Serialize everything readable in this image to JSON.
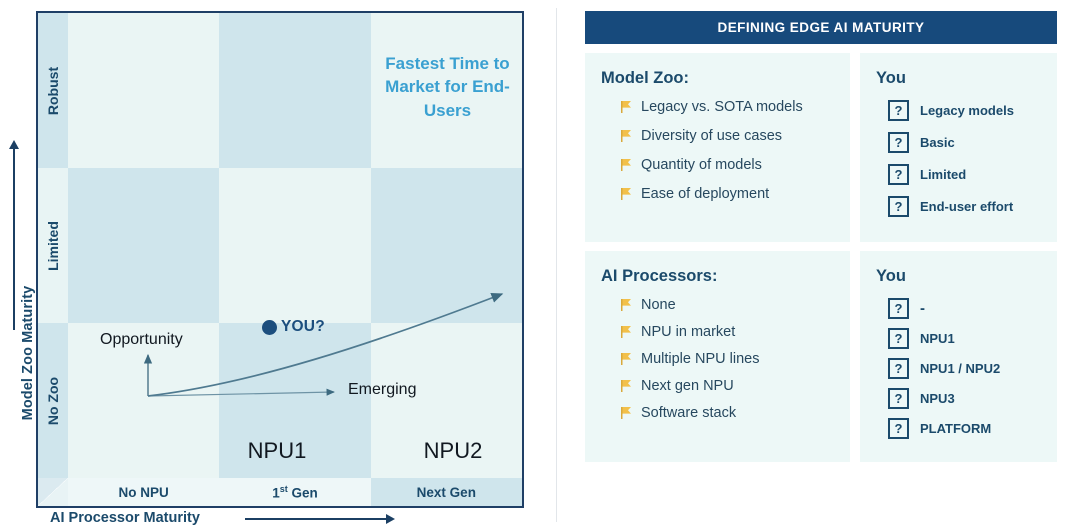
{
  "matrix": {
    "y_axis_title": "Model Zoo Maturity",
    "x_axis_title": "AI Processor Maturity",
    "y_levels": [
      "Robust",
      "Limited",
      "No Zoo"
    ],
    "x_levels": [
      "No NPU",
      "1st Gen",
      "Next Gen"
    ],
    "x_level_1st_gen_main": "1",
    "x_level_1st_gen_sup": "st",
    "x_level_1st_gen_rest": " Gen",
    "callout_fastest": "Fastest Time to Market for End-Users",
    "label_npu1": "NPU1",
    "label_npu2": "NPU2",
    "marker_you": "YOU?",
    "label_opportunity": "Opportunity",
    "label_emerging": "Emerging",
    "colors": {
      "frame_border": "#1f3f66",
      "cell_light": "#eaf5f4",
      "cell_dark": "#cfe5ec",
      "axis_text": "#1b4a6b",
      "callout_blue": "#3aa0d1",
      "marker_navy": "#1c4e7e"
    }
  },
  "info": {
    "header_title": "DEFINING EDGE AI MATURITY",
    "header_bg": "#174a7c",
    "bullet_color": "#f2c04a",
    "sections": [
      {
        "title": "Model Zoo:",
        "items": [
          "Legacy vs. SOTA models",
          "Diversity of use cases",
          "Quantity of models",
          "Ease of deployment"
        ],
        "you_title": "You",
        "you_items": [
          {
            "mark": "?",
            "label": "Legacy models"
          },
          {
            "mark": "?",
            "label": "Basic"
          },
          {
            "mark": "?",
            "label": "Limited"
          },
          {
            "mark": "?",
            "label": "End-user effort"
          }
        ]
      },
      {
        "title": "AI Processors:",
        "items": [
          "None",
          "NPU in market",
          "Multiple NPU lines",
          "Next gen NPU",
          "Software stack"
        ],
        "you_title": "You",
        "you_items": [
          {
            "mark": "?",
            "label": "-"
          },
          {
            "mark": "?",
            "label": "NPU1"
          },
          {
            "mark": "?",
            "label": "NPU1 / NPU2"
          },
          {
            "mark": "?",
            "label": "NPU3"
          },
          {
            "mark": "?",
            "label": "PLATFORM"
          }
        ]
      }
    ]
  }
}
